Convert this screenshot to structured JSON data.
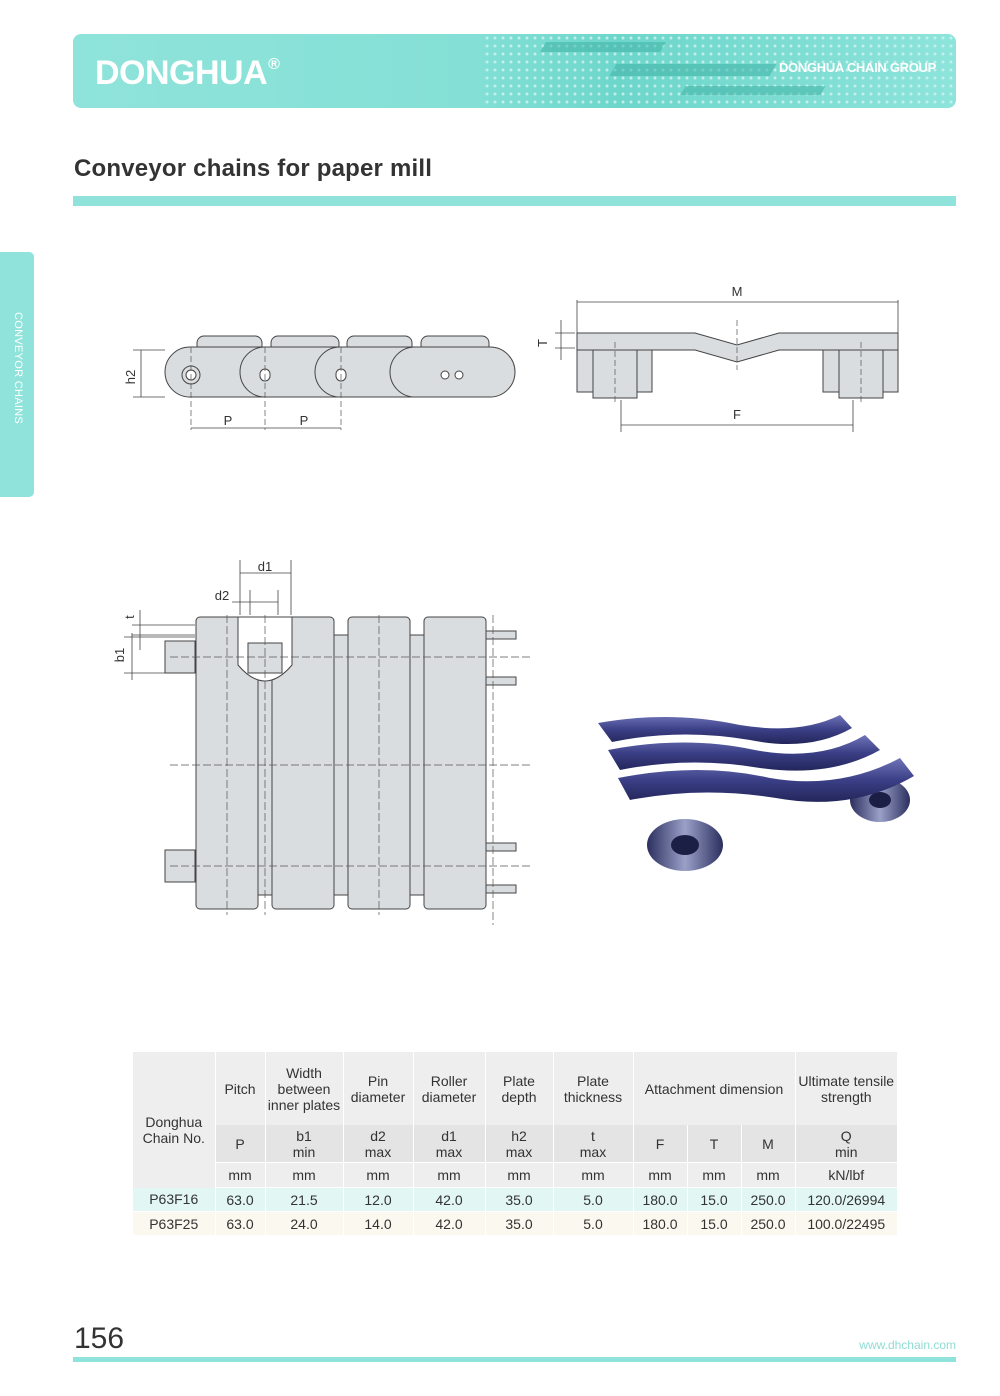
{
  "header": {
    "brand": "DONGHUA",
    "brand_mark": "®",
    "group": "DONGHUA CHAIN GROUP"
  },
  "page": {
    "title": "Conveyor chains for paper mill",
    "side_tab": "CONVEYOR CHAINS",
    "page_number": "156",
    "url": "www.dhchain.com"
  },
  "drawing_labels": {
    "h2": "h2",
    "p": "P",
    "m": "M",
    "t_cap": "T",
    "f": "F",
    "d1": "d1",
    "d2": "d2",
    "t": "t",
    "b1": "b1"
  },
  "table": {
    "chain_no_header": "Donghua Chain No.",
    "groups": [
      "Pitch",
      "Width between inner plates",
      "Pin diameter",
      "Roller diameter",
      "Plate depth",
      "Plate thickness",
      "Attachment dimension",
      "Ultimate tensile strength"
    ],
    "symbols": [
      {
        "sym": "P",
        "sub": ""
      },
      {
        "sym": "b1",
        "sub": "min"
      },
      {
        "sym": "d2",
        "sub": "max"
      },
      {
        "sym": "d1",
        "sub": "max"
      },
      {
        "sym": "h2",
        "sub": "max"
      },
      {
        "sym": "t",
        "sub": "max"
      },
      {
        "sym": "F",
        "sub": ""
      },
      {
        "sym": "T",
        "sub": ""
      },
      {
        "sym": "M",
        "sub": ""
      },
      {
        "sym": "Q",
        "sub": "min"
      }
    ],
    "units": [
      "mm",
      "mm",
      "mm",
      "mm",
      "mm",
      "mm",
      "mm",
      "mm",
      "mm",
      "kN/lbf"
    ],
    "rows": [
      [
        "P63F16",
        "63.0",
        "21.5",
        "12.0",
        "42.0",
        "35.0",
        "5.0",
        "180.0",
        "15.0",
        "250.0",
        "120.0/26994"
      ],
      [
        "P63F25",
        "63.0",
        "24.0",
        "14.0",
        "42.0",
        "35.0",
        "5.0",
        "180.0",
        "15.0",
        "250.0",
        "100.0/22495"
      ]
    ]
  }
}
